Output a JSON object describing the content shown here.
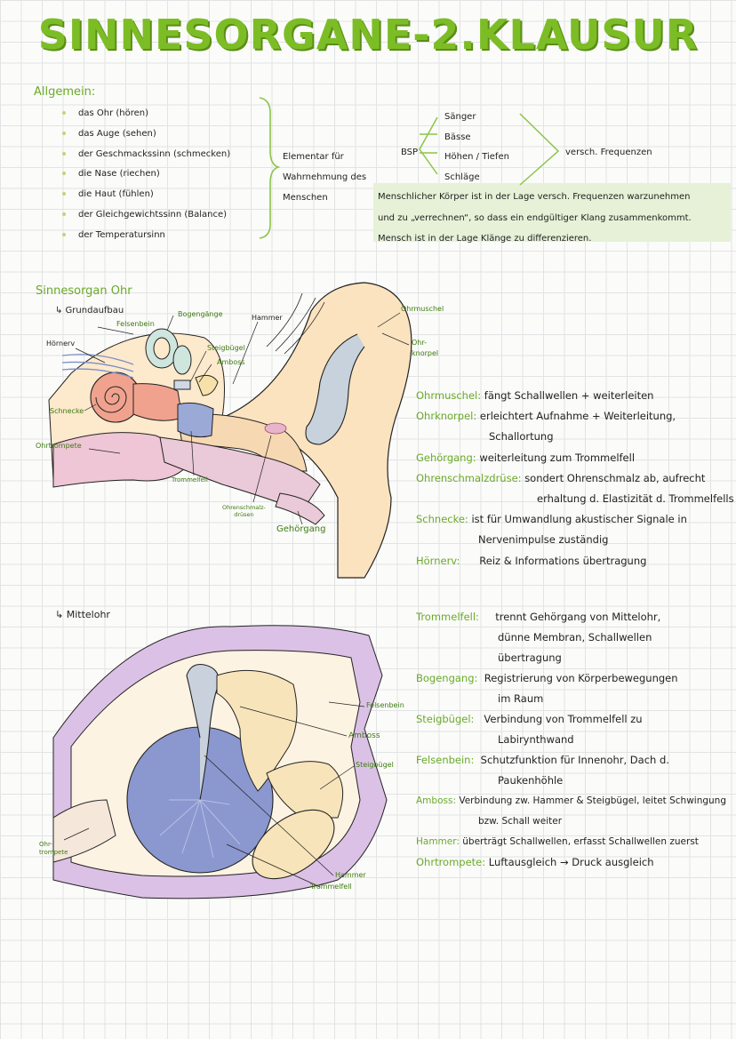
{
  "title": "SINNESORGANE-2.KLAUSUR",
  "allgemein": {
    "heading": "Allgemein:",
    "items": [
      "das   Ohr   (hören)",
      "das   Auge   (sehen)",
      "der   Geschmackssinn   (schmecken)",
      "die   Nase   (riechen)",
      "die   Haut   (fühlen)",
      "der   Gleichgewichtssinn   (Balance)",
      "der   Temperatursinn"
    ],
    "elementar": [
      "Elementar  für",
      "Wahrnehmung  des",
      "Menschen"
    ],
    "bsp": "BSP",
    "bsp_items": [
      "Sänger",
      "Bässe",
      "Höhen / Tiefen",
      "Schläge"
    ],
    "frequenzen": "versch. Frequenzen",
    "note_lines": [
      "Menschlicher  Körper   ist   in  der  Lage  versch. Frequenzen  warzunehmen",
      "und  zu  „verrechnen“,  so  dass   ein  endgültiger  Klang  zusammenkommt.",
      "Mensch  ist   in  der  Lage  Klänge  zu  differenzieren."
    ]
  },
  "ohr": {
    "heading": "Sinnesorgan  Ohr",
    "grundaufbau": "↳  Grundaufbau",
    "labels": {
      "felsenbein": "Felsenbein",
      "bogengaenge": "Bogengänge",
      "hammer": "Hammer",
      "ohrmuschel": "Ohrmuschel",
      "hoernerv": "Hörnerv",
      "steigbuegel": "Steigbügel",
      "amboss": "Amboss",
      "ohrknorpel": "Ohr-\nknorpel",
      "schnecke": "Schnecke",
      "ohrtrompete": "Ohrtrompete",
      "trommelfell": "Trommelfell",
      "ohrenschmalz": "Ohrenschmalz-\ndrüsen",
      "gehoergang": "Gehörgang"
    },
    "defs": [
      {
        "key": "Ohrmuschel:",
        "text": "fängt  Schallwellen + weiterleiten"
      },
      {
        "key": "Ohrknorpel:",
        "text": "erleichtert  Aufnahme + Weiterleitung,"
      },
      {
        "key": "",
        "text": "Schallortung"
      },
      {
        "key": "Gehörgang:",
        "text": "weiterleitung   zum   Trommelfell"
      },
      {
        "key": "Ohrenschmalzdrüse:",
        "text": "sondert  Ohrenschmalz  ab, aufrecht"
      },
      {
        "key": "",
        "text": "erhaltung  d. Elastizität  d. Trommelfells"
      },
      {
        "key": "Schnecke:",
        "text": "ist  für  Umwandlung  akustischer  Signale  in"
      },
      {
        "key": "",
        "text": "Nervenimpulse  zuständig"
      },
      {
        "key": "Hörnerv:",
        "text": "Reiz  &  Informations  übertragung"
      }
    ]
  },
  "mittelohr": {
    "heading": "↳  Mittelohr",
    "labels": {
      "felsenbein": "Felsenbein",
      "amboss": "Amboss",
      "steigbuegel": "Steigbügel",
      "ohrtrompete": "Ohr-\ntrompete",
      "hammer": "Hammer",
      "trommelfell": "Trommelfell"
    },
    "defs": [
      {
        "key": "Trommelfell:",
        "text": "trennt  Gehörgang  von  Mittelohr,"
      },
      {
        "key": "",
        "text": "dünne  Membran,  Schallwellen"
      },
      {
        "key": "",
        "text": "übertragung"
      },
      {
        "key": "Bogengang:",
        "text": "Registrierung  von  Körperbewegungen"
      },
      {
        "key": "",
        "text": "im  Raum"
      },
      {
        "key": "Steigbügel:",
        "text": "Verbindung  von  Trommelfell  zu"
      },
      {
        "key": "",
        "text": "Labirynthwand"
      },
      {
        "key": "Felsenbein:",
        "text": "Schutzfunktion  für  Innenohr, Dach  d."
      },
      {
        "key": "",
        "text": "Paukenhöhle"
      },
      {
        "key": "Amboss:",
        "text": "Verbindung zw. Hammer & Steigbügel, leitet  Schwingung"
      },
      {
        "key": "",
        "text": "bzw. Schall   weiter"
      },
      {
        "key": "Hammer:",
        "text": "überträgt  Schallwellen, erfasst  Schallwellen  zuerst"
      },
      {
        "key": "Ohrtrompete:",
        "text": "Luftausgleich  →  Druck  ausgleich"
      }
    ]
  }
}
